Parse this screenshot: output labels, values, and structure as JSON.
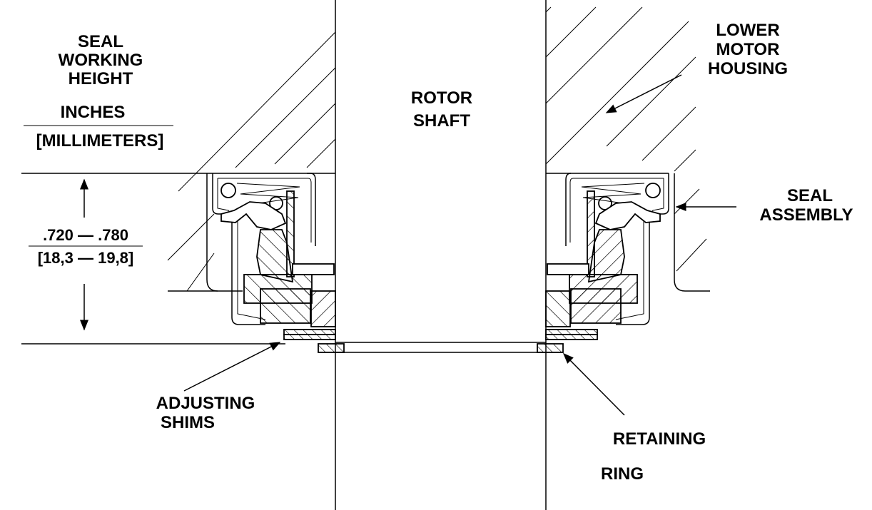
{
  "labels": {
    "seal_working_height": [
      "SEAL",
      "WORKING",
      "HEIGHT"
    ],
    "units_top": "INCHES",
    "units_bottom": "[MILLIMETERS]",
    "dimension_inches": ".720 — .780",
    "dimension_mm": "[18,3 — 19,8]",
    "rotor_shaft": [
      "ROTOR",
      "SHAFT"
    ],
    "lower_motor_housing": [
      "LOWER",
      "MOTOR",
      "HOUSING"
    ],
    "seal_assembly": [
      "SEAL",
      "ASSEMBLY"
    ],
    "adjusting_shims": [
      "ADJUSTING",
      "SHIMS"
    ],
    "retaining_ring": [
      "RETAINING",
      "RING"
    ]
  },
  "colors": {
    "ink": "#000000",
    "paper": "#ffffff"
  }
}
